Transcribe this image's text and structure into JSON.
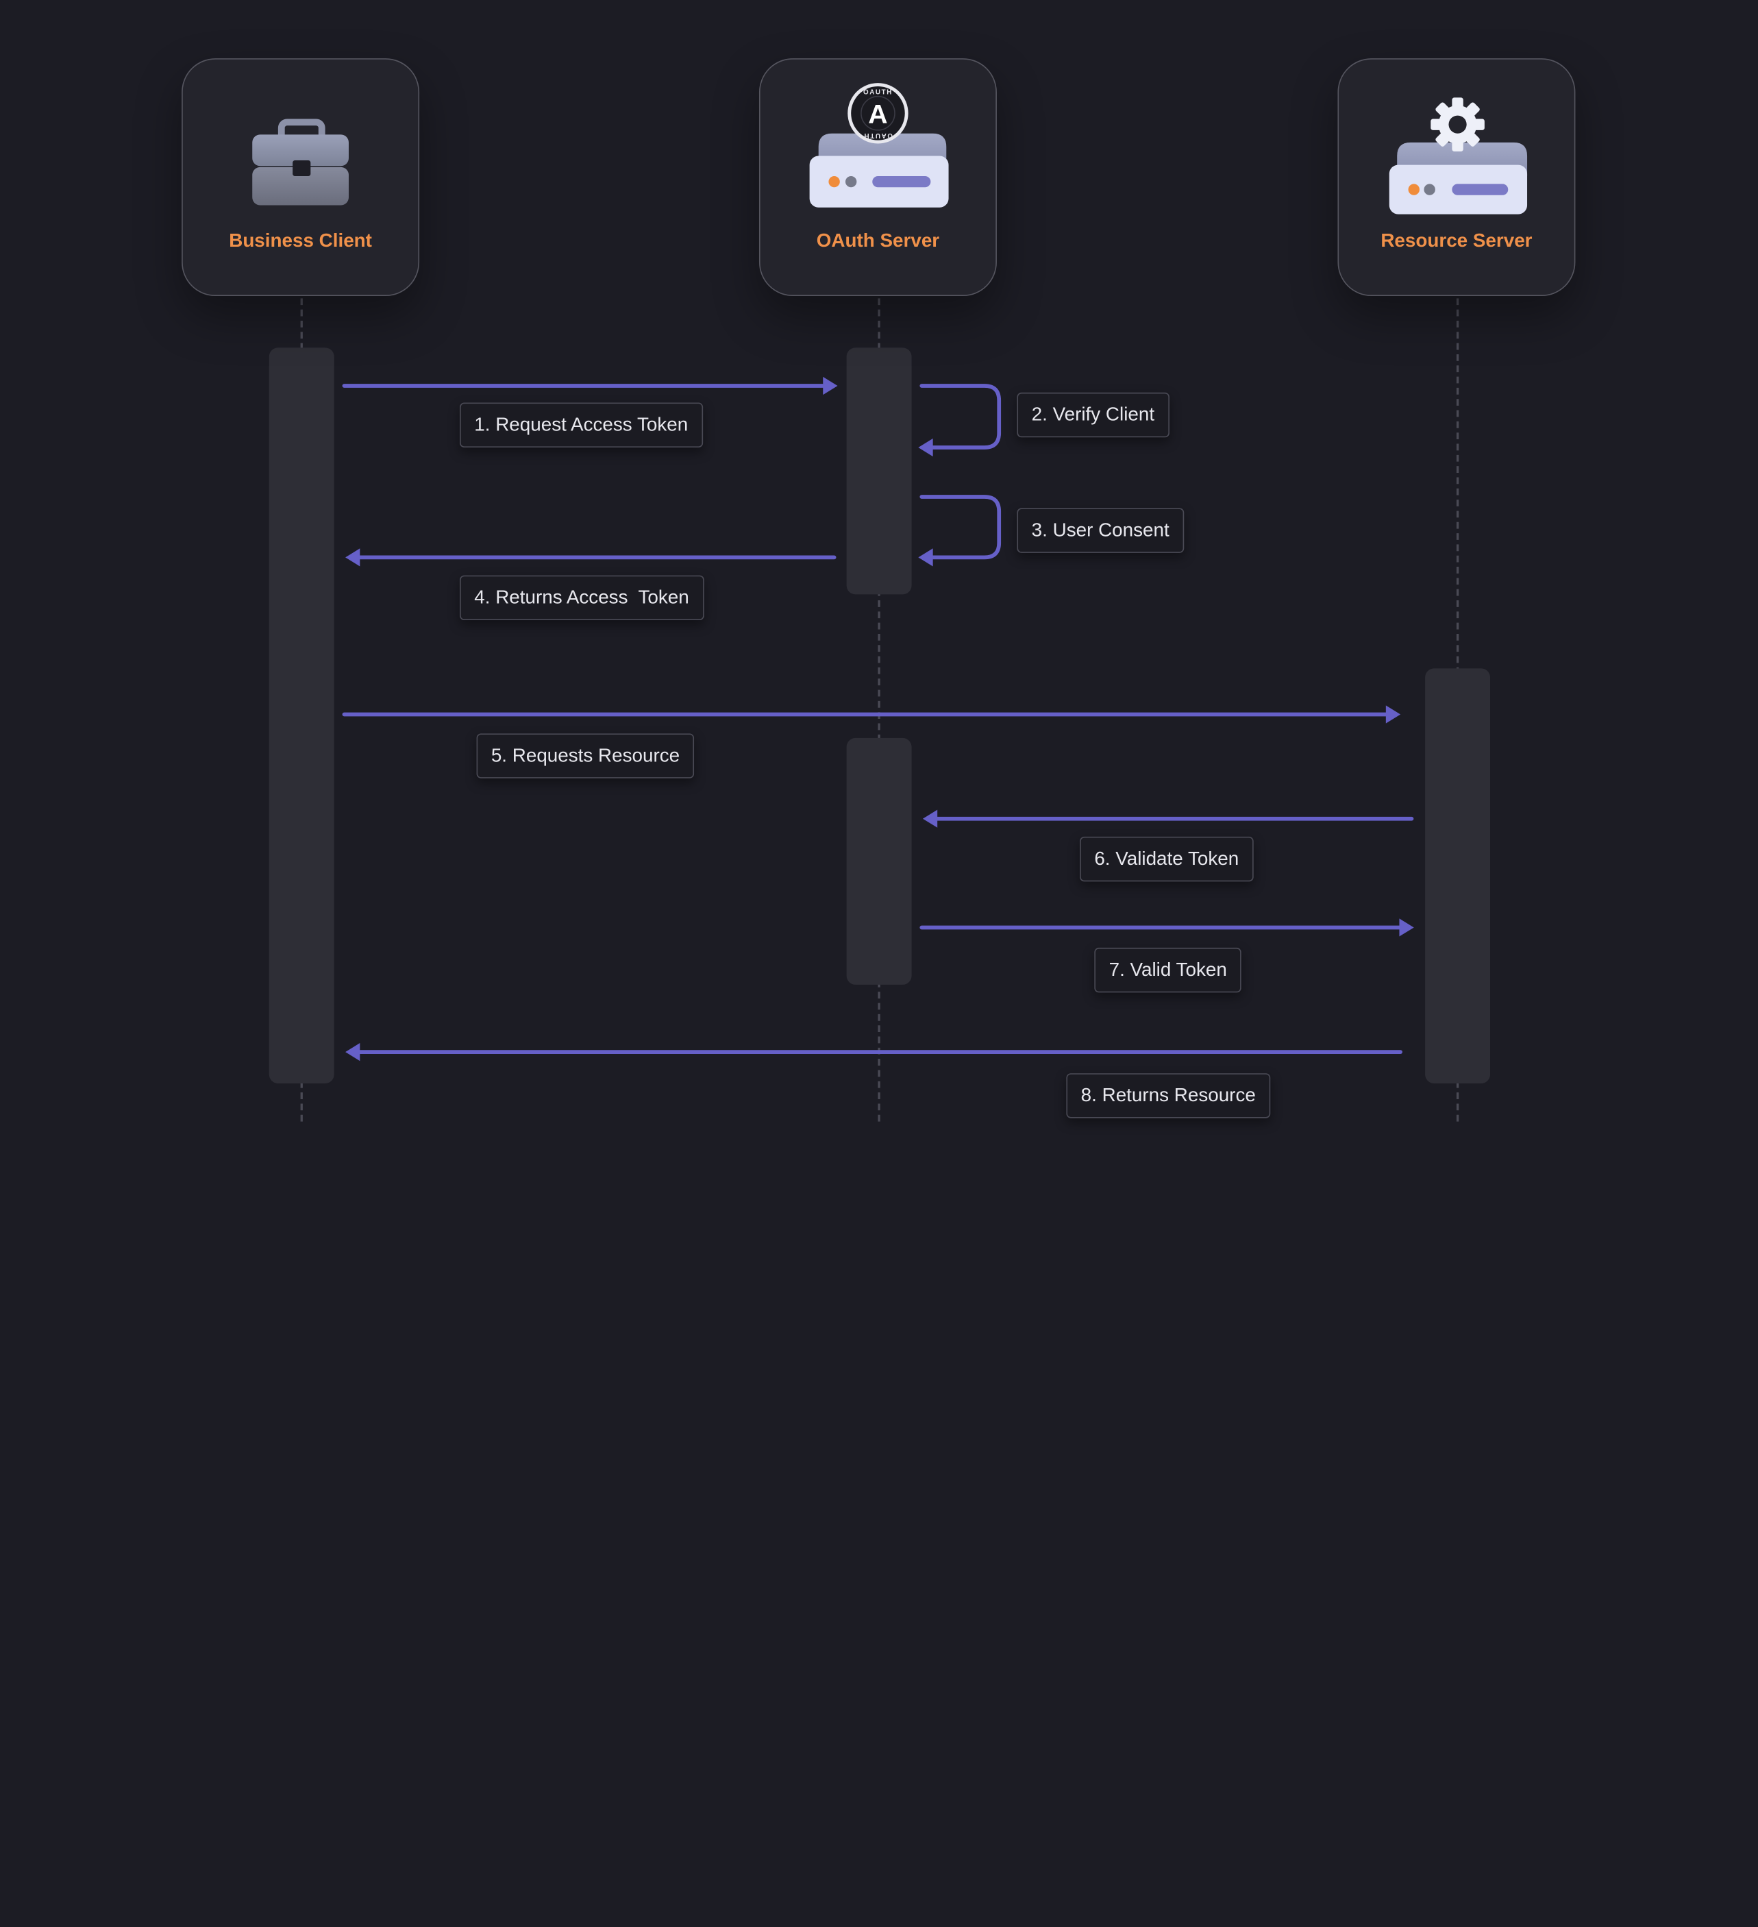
{
  "participants": {
    "client": {
      "label": "Business Client",
      "icon": "briefcase-icon"
    },
    "oauth": {
      "label": "OAuth Server",
      "icon": "oauth-server-icon",
      "badge_text": "OAUTH",
      "badge_letter": "A"
    },
    "resource": {
      "label": "Resource Server",
      "icon": "gear-server-icon"
    }
  },
  "messages": [
    {
      "label": "1. Request Access Token"
    },
    {
      "label": "2. Verify Client"
    },
    {
      "label": "3. User Consent"
    },
    {
      "label": "4. Returns Access  Token"
    },
    {
      "label": "5. Requests Resource"
    },
    {
      "label": "6. Validate Token"
    },
    {
      "label": "7. Valid Token"
    },
    {
      "label": "8. Returns Resource"
    }
  ],
  "colors": {
    "background": "#1c1c24",
    "arrow": "#6660c8",
    "participant_label": "#f0914a",
    "activation": "#2e2e36"
  }
}
